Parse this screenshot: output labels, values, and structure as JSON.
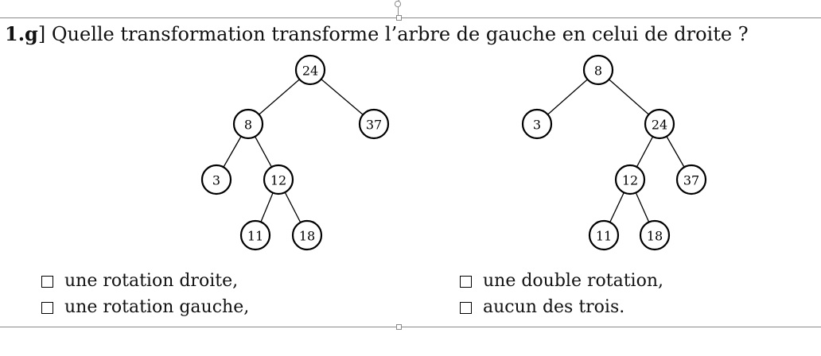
{
  "question": {
    "number": "1.g",
    "bracket": "]",
    "text": "Quelle transformation transforme l’arbre de gauche en celui de droite ?"
  },
  "left_tree": {
    "nodes": [
      {
        "id": "L24",
        "label": "24"
      },
      {
        "id": "L8",
        "label": "8"
      },
      {
        "id": "L37",
        "label": "37"
      },
      {
        "id": "L3",
        "label": "3"
      },
      {
        "id": "L12",
        "label": "12"
      },
      {
        "id": "L11",
        "label": "11"
      },
      {
        "id": "L18",
        "label": "18"
      }
    ],
    "edges": [
      [
        "L24",
        "L8"
      ],
      [
        "L24",
        "L37"
      ],
      [
        "L8",
        "L3"
      ],
      [
        "L8",
        "L12"
      ],
      [
        "L12",
        "L11"
      ],
      [
        "L12",
        "L18"
      ]
    ]
  },
  "right_tree": {
    "nodes": [
      {
        "id": "R8",
        "label": "8"
      },
      {
        "id": "R3",
        "label": "3"
      },
      {
        "id": "R24",
        "label": "24"
      },
      {
        "id": "R12",
        "label": "12"
      },
      {
        "id": "R37",
        "label": "37"
      },
      {
        "id": "R11",
        "label": "11"
      },
      {
        "id": "R18",
        "label": "18"
      }
    ],
    "edges": [
      [
        "R8",
        "R3"
      ],
      [
        "R8",
        "R24"
      ],
      [
        "R24",
        "R12"
      ],
      [
        "R24",
        "R37"
      ],
      [
        "R12",
        "R11"
      ],
      [
        "R12",
        "R18"
      ]
    ]
  },
  "choices": [
    {
      "label": "une rotation droite,",
      "checked": false
    },
    {
      "label": "une rotation gauche,",
      "checked": false
    },
    {
      "label": "une double rotation,",
      "checked": false
    },
    {
      "label": "aucun des trois.",
      "checked": false
    }
  ]
}
